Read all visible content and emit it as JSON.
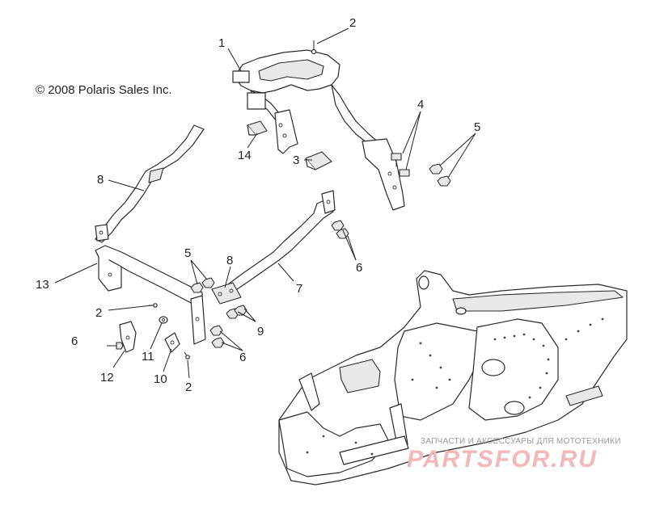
{
  "copyright": "© 2008 Polaris Sales Inc.",
  "callouts": [
    {
      "id": "c1",
      "label": "1"
    },
    {
      "id": "c2a",
      "label": "2"
    },
    {
      "id": "c2b",
      "label": "2"
    },
    {
      "id": "c2c",
      "label": "2"
    },
    {
      "id": "c3",
      "label": "3"
    },
    {
      "id": "c4",
      "label": "4"
    },
    {
      "id": "c5a",
      "label": "5"
    },
    {
      "id": "c5b",
      "label": "5"
    },
    {
      "id": "c6a",
      "label": "6"
    },
    {
      "id": "c6b",
      "label": "6"
    },
    {
      "id": "c6c",
      "label": "6"
    },
    {
      "id": "c7",
      "label": "7"
    },
    {
      "id": "c8a",
      "label": "8"
    },
    {
      "id": "c8b",
      "label": "8"
    },
    {
      "id": "c9",
      "label": "9"
    },
    {
      "id": "c10",
      "label": "10"
    },
    {
      "id": "c11",
      "label": "11"
    },
    {
      "id": "c12",
      "label": "12"
    },
    {
      "id": "c13",
      "label": "13"
    },
    {
      "id": "c14",
      "label": "14"
    }
  ],
  "watermark": {
    "tagline": "ЗАПЧАСТИ И АКСЕССУАРЫ ДЛЯ МОТОТЕХНИКИ",
    "logo": "PARTSFOR.RU"
  }
}
